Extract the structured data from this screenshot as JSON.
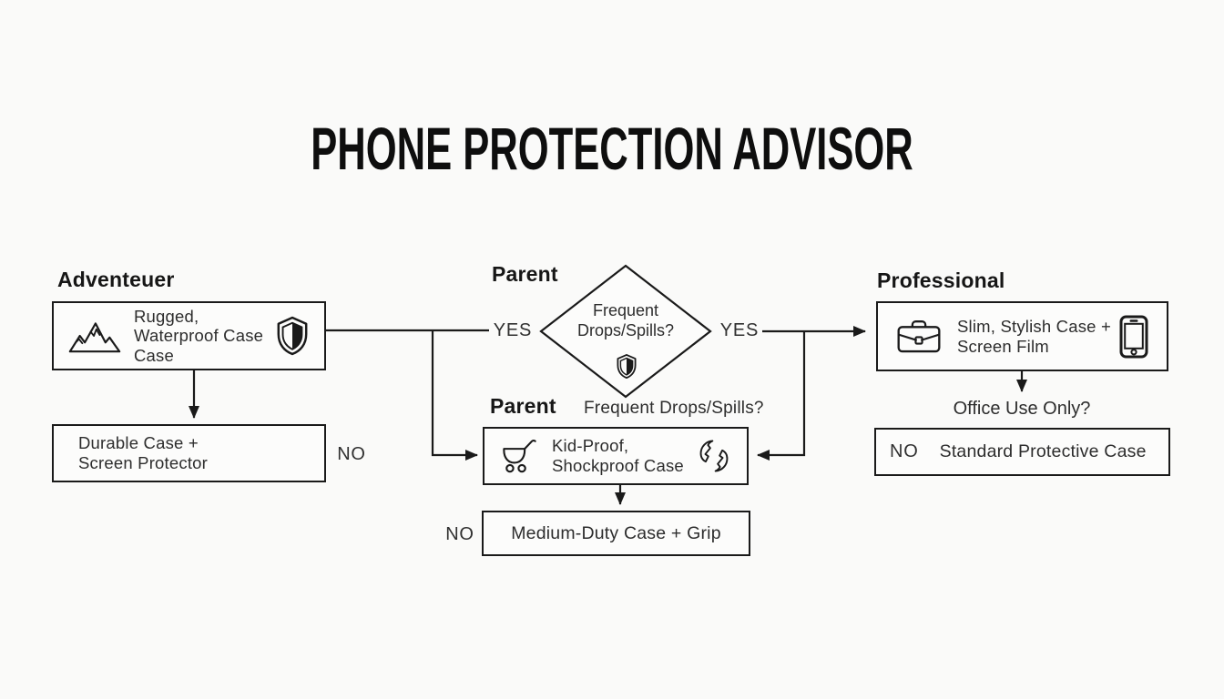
{
  "title": "PHONE PROTECTION ADVISOR",
  "colors": {
    "ink": "#1a1a1a",
    "background": "#fafaf9",
    "text": "#2d2d2d"
  },
  "adventurer": {
    "heading": "Adventeuer",
    "case_box": {
      "icon_left": "mountains-icon",
      "text": "Rugged,\nWaterproof Case\nCase",
      "icon_right": "shield-half-icon"
    },
    "arrow_no_label": "NO",
    "result_box": {
      "text": "Durable Case +\nScreen Protector"
    }
  },
  "parent": {
    "heading": "Parent",
    "decision": {
      "question": "Frequent\nDrops/Spills?",
      "icon": "shield-half-icon"
    },
    "yes_left": "YES",
    "yes_right": "YES",
    "subheading": "Parent",
    "subquestion": "Frequent Drops/Spills?",
    "case_box": {
      "icon_left": "stroller-icon",
      "text": "Kid-Proof,\nShockproof Case",
      "icon_right": "broken-shield-icon"
    },
    "arrow_no_label": "NO",
    "result_box": {
      "text": "Medium-Duty Case + Grip"
    }
  },
  "professional": {
    "heading": "Professional",
    "case_box": {
      "icon_left": "briefcase-icon",
      "text": "Slim, Stylish Case +\nScreen Film",
      "icon_right": "smartphone-icon"
    },
    "question": "Office Use Only?",
    "result_box": {
      "no_label": "NO",
      "text": "Standard Protective Case"
    }
  }
}
